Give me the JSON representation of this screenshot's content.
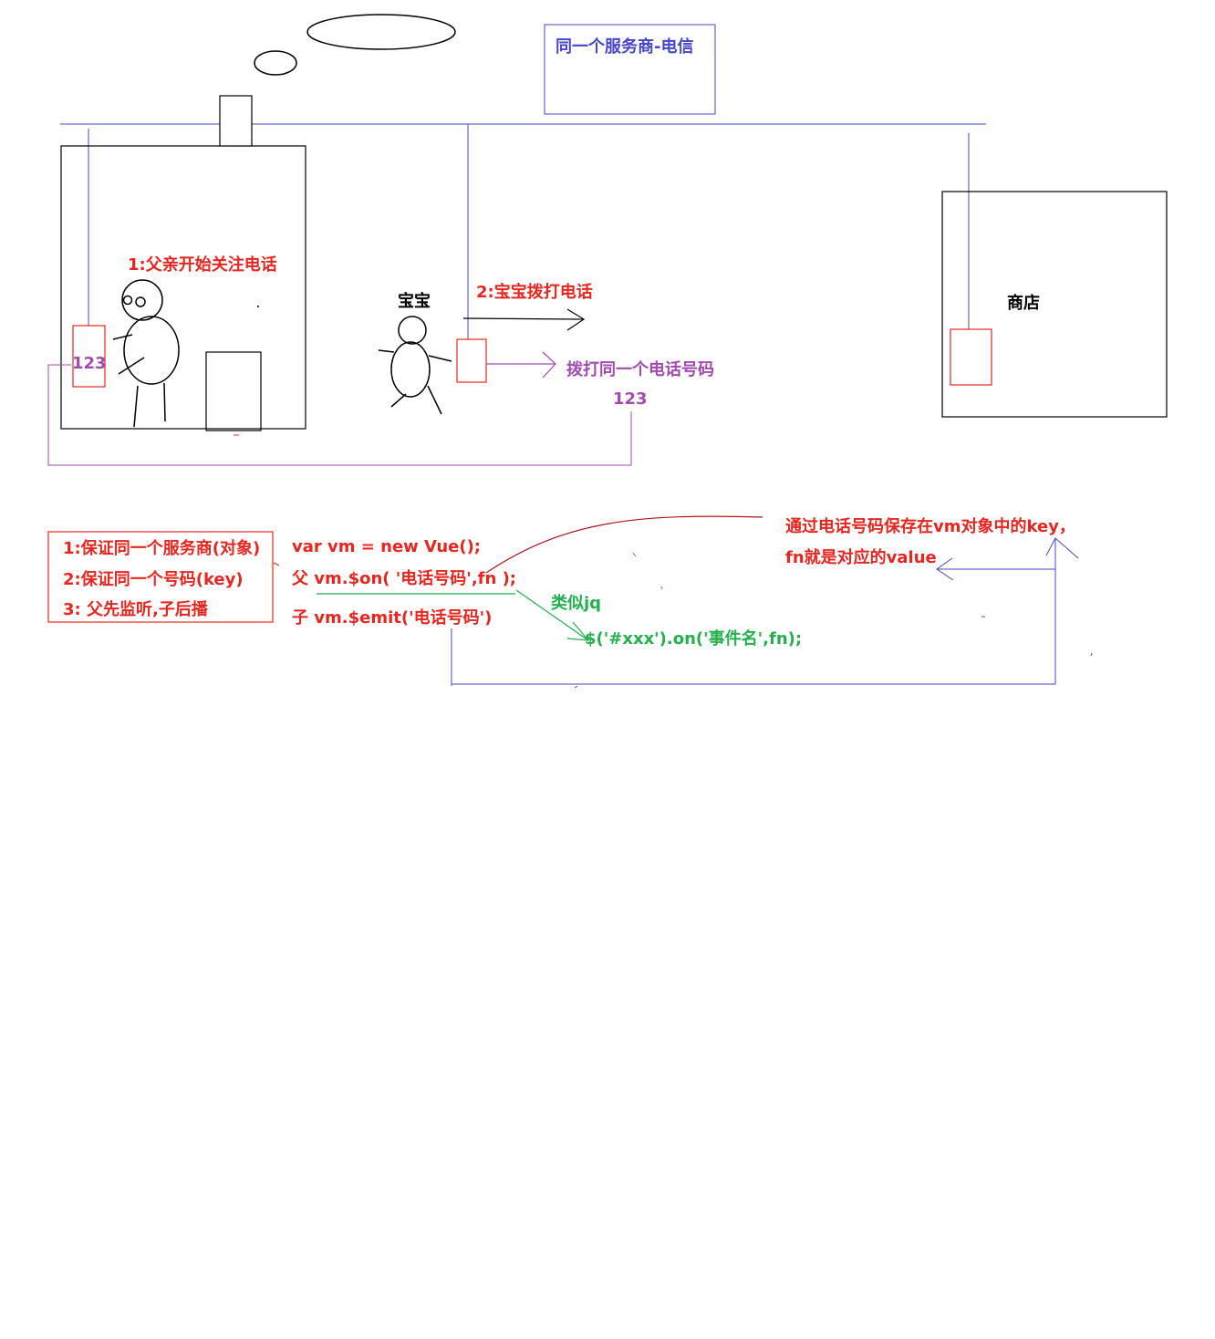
{
  "colors": {
    "red": "#e8251f",
    "blue": "#4646c8",
    "purple": "#a24bb0",
    "green": "#22b14c",
    "black": "#000000",
    "darkred": "#b3141c"
  },
  "labels": {
    "provider": "同一个服务商-电信",
    "father_listen": "1:父亲开始关注电话",
    "baby": "宝宝",
    "baby_dial": "2:宝宝拨打电话",
    "dial_same_number": "拨打同一个电话号码",
    "number_right": "123",
    "number_left": "123",
    "shop": "商店"
  },
  "notes": {
    "rule1": "1:保证同一个服务商(对象)",
    "rule2": "2:保证同一个号码(key)",
    "rule3": "3: 父先监听,子后播"
  },
  "code": {
    "line1": "var vm = new Vue();",
    "line2": "父 vm.$on( '电话号码',fn );",
    "line3": "子 vm.$emit('电话号码')"
  },
  "jq": {
    "title": "类似jq",
    "code": "$('#xxx').on('事件名',fn);"
  },
  "explain": {
    "line1": "通过电话号码保存在vm对象中的key，",
    "line2": "fn就是对应的value"
  }
}
